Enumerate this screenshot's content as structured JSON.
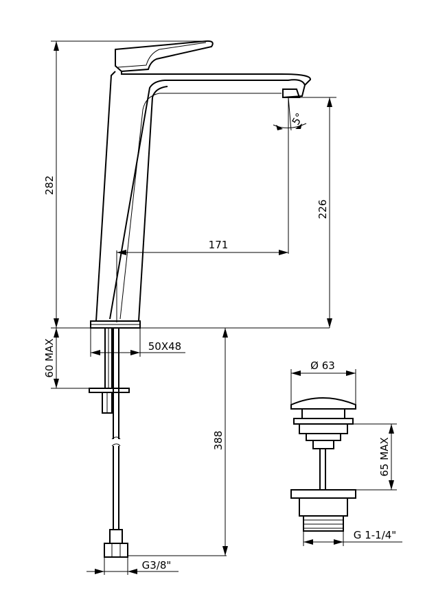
{
  "dimensions": {
    "total_height": "282",
    "spout_height": "226",
    "spout_reach": "171",
    "spout_angle": "5°",
    "base_size": "50X48",
    "deck_thickness": "60 MAX",
    "under_length": "388",
    "hose_thread": "G3/8\"",
    "waste_diameter": "Ø 63",
    "waste_max": "65 MAX",
    "waste_thread": "G 1-1/4\""
  }
}
